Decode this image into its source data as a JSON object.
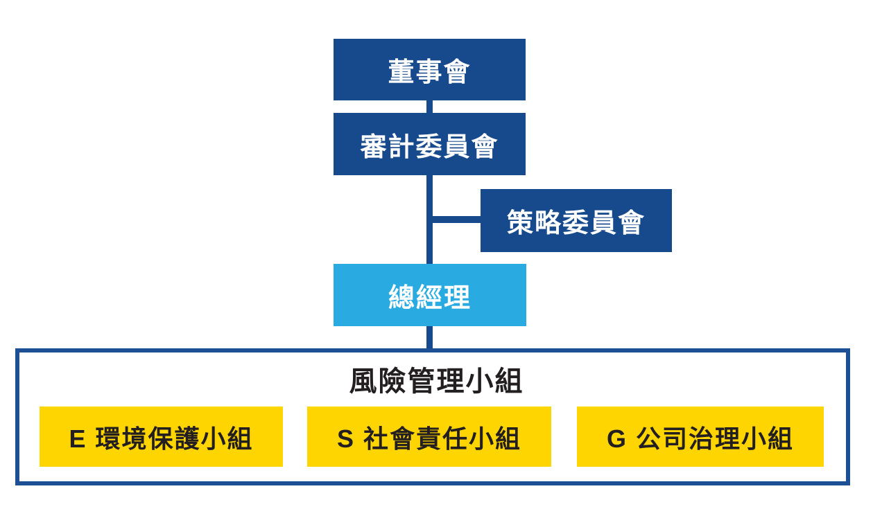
{
  "diagram": {
    "type": "org-chart",
    "nodes": {
      "board": {
        "label": "董事會"
      },
      "audit_committee": {
        "label": "審計委員會"
      },
      "strategy_committee": {
        "label": "策略委員會"
      },
      "general_manager": {
        "label": "總經理"
      }
    },
    "risk_group": {
      "title": "風險管理小組",
      "teams": [
        {
          "label": "E 環境保護小組"
        },
        {
          "label": "S 社會責任小組"
        },
        {
          "label": "G 公司治理小組"
        }
      ]
    },
    "colors": {
      "navy": "#164A8C",
      "container_border": "#1C4F93",
      "connector": "#164A8C",
      "light_blue": "#29ABE2",
      "yellow": "#FFD500",
      "dark_text": "#231F20",
      "light_text": "#FFFFFF"
    }
  }
}
